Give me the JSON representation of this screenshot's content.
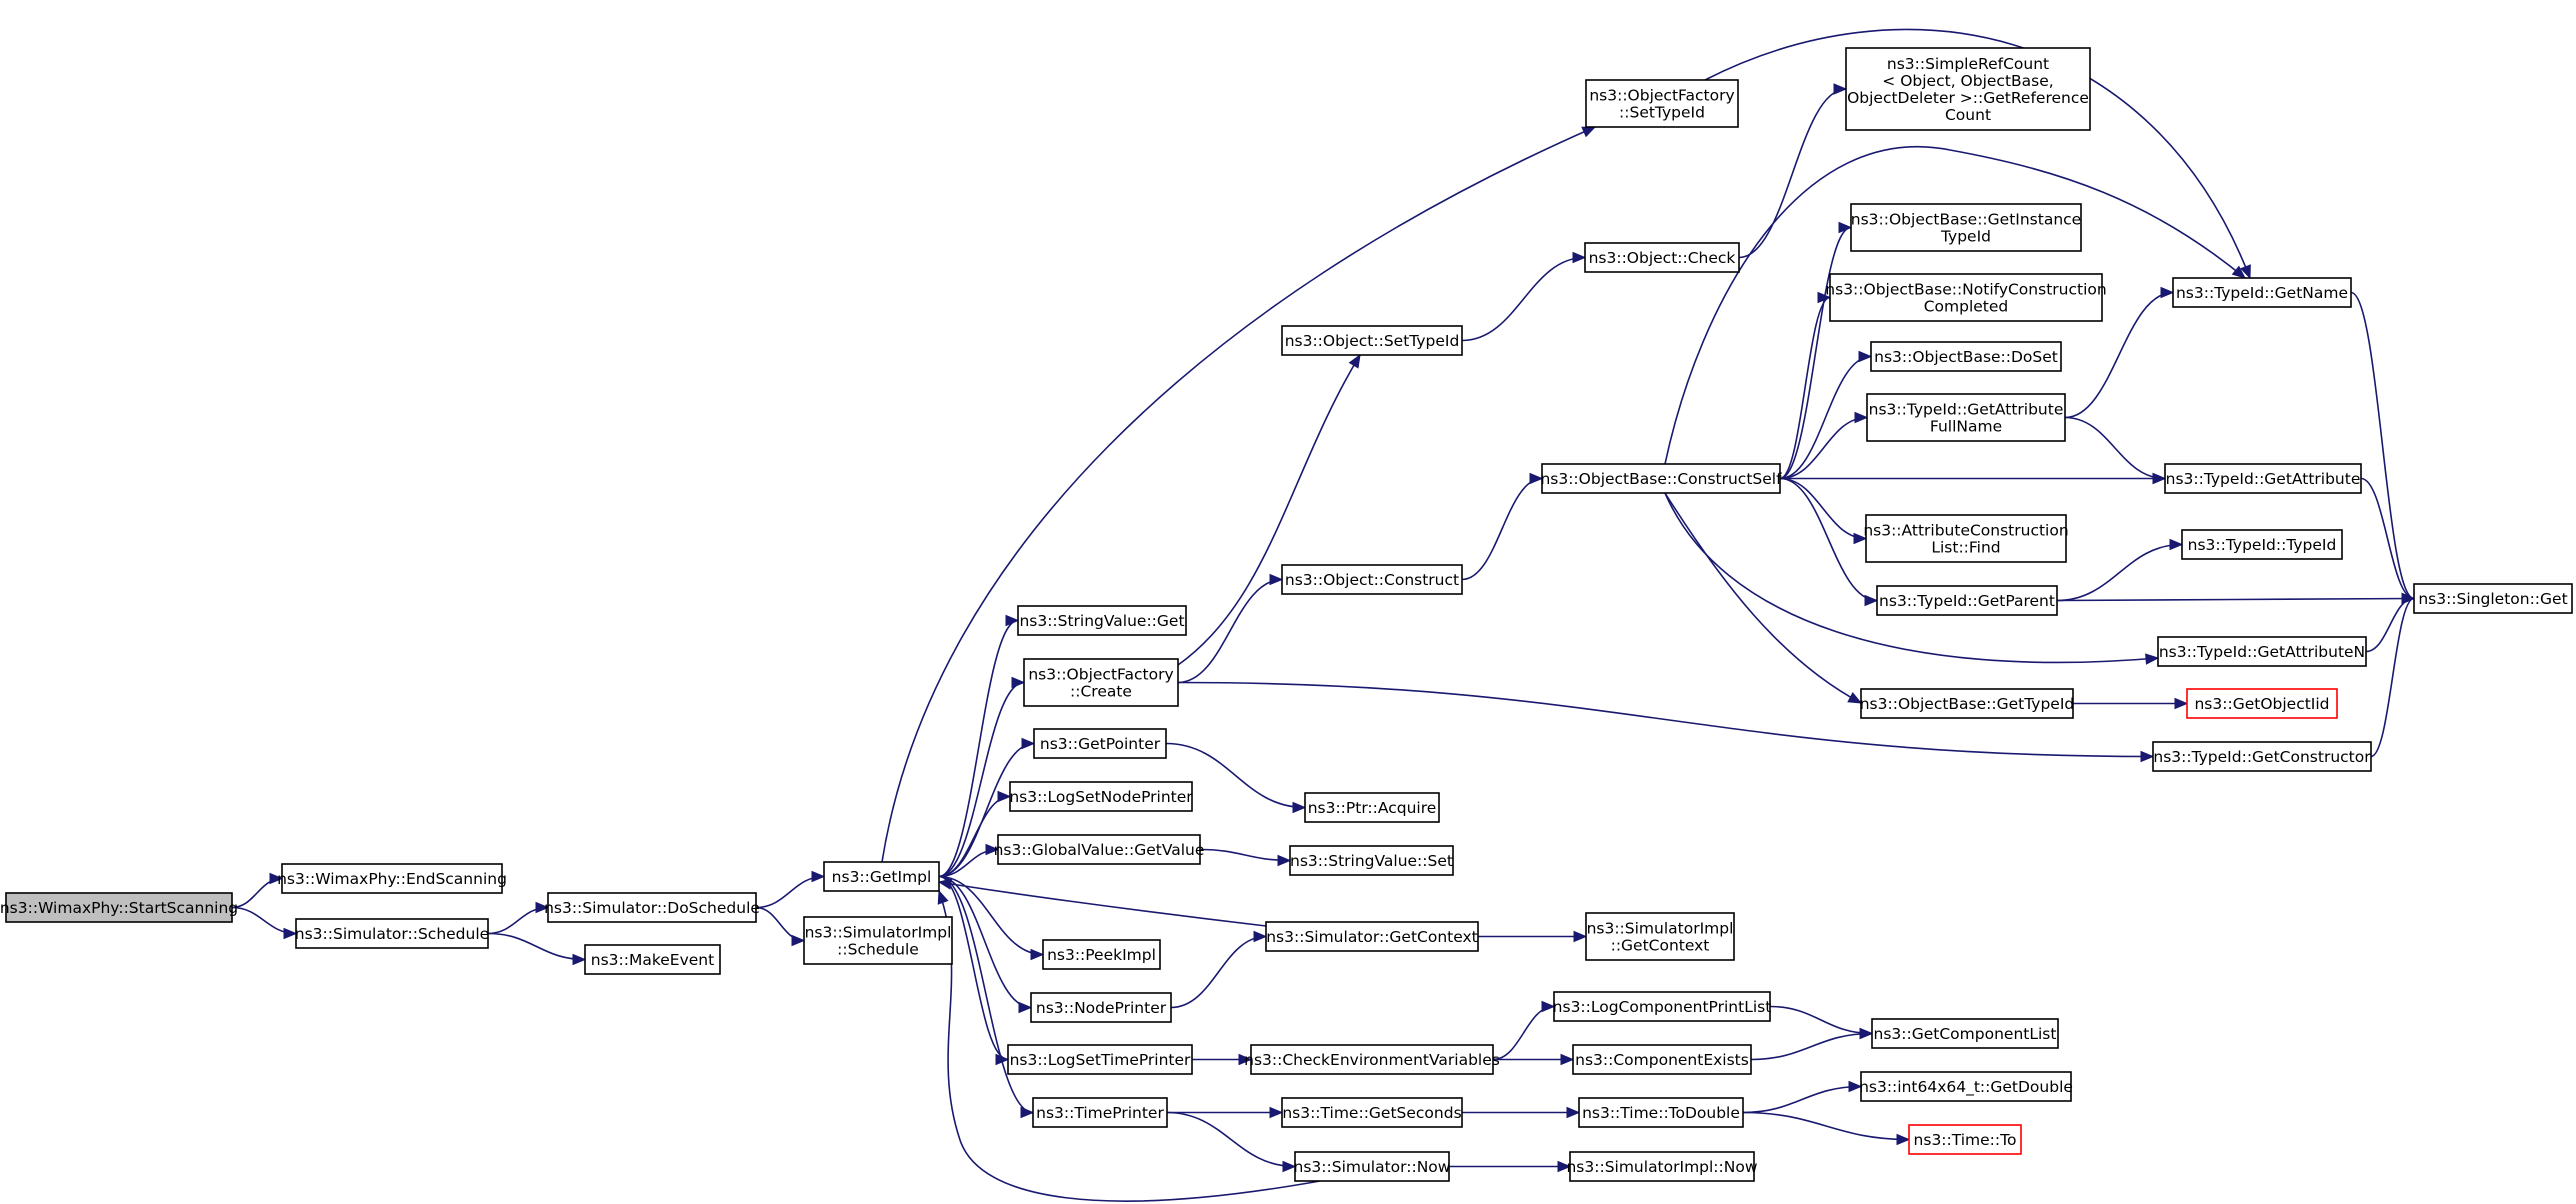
{
  "diagram": {
    "type": "call-graph",
    "nodes": [
      {
        "id": "start",
        "lines": [
          "ns3::WimaxPhy::StartScanning"
        ],
        "style": "root"
      },
      {
        "id": "endscan",
        "lines": [
          "ns3::WimaxPhy::EndScanning"
        ]
      },
      {
        "id": "schedule",
        "lines": [
          "ns3::Simulator::Schedule"
        ]
      },
      {
        "id": "doschedule",
        "lines": [
          "ns3::Simulator::DoSchedule"
        ]
      },
      {
        "id": "makeevent",
        "lines": [
          "ns3::MakeEvent"
        ]
      },
      {
        "id": "getimpl",
        "lines": [
          "ns3::GetImpl"
        ]
      },
      {
        "id": "simimplschedule",
        "lines": [
          "ns3::SimulatorImpl",
          "::Schedule"
        ]
      },
      {
        "id": "stringget",
        "lines": [
          "ns3::StringValue::Get"
        ]
      },
      {
        "id": "ofcreate",
        "lines": [
          "ns3::ObjectFactory",
          "::Create"
        ]
      },
      {
        "id": "getpointer",
        "lines": [
          "ns3::GetPointer"
        ]
      },
      {
        "id": "logsetnode",
        "lines": [
          "ns3::LogSetNodePrinter"
        ]
      },
      {
        "id": "gvgetvalue",
        "lines": [
          "ns3::GlobalValue::GetValue"
        ]
      },
      {
        "id": "peekimpl",
        "lines": [
          "ns3::PeekImpl"
        ]
      },
      {
        "id": "nodeprinter",
        "lines": [
          "ns3::NodePrinter"
        ]
      },
      {
        "id": "logsettime",
        "lines": [
          "ns3::LogSetTimePrinter"
        ]
      },
      {
        "id": "timeprinter",
        "lines": [
          "ns3::TimePrinter"
        ]
      },
      {
        "id": "ofsettypeid",
        "lines": [
          "ns3::ObjectFactory",
          "::SetTypeId"
        ]
      },
      {
        "id": "objsettypeid",
        "lines": [
          "ns3::Object::SetTypeId"
        ]
      },
      {
        "id": "objconstruct",
        "lines": [
          "ns3::Object::Construct"
        ]
      },
      {
        "id": "ptracquire",
        "lines": [
          "ns3::Ptr::Acquire"
        ]
      },
      {
        "id": "stringset",
        "lines": [
          "ns3::StringValue::Set"
        ]
      },
      {
        "id": "simgetcontext",
        "lines": [
          "ns3::Simulator::GetContext"
        ]
      },
      {
        "id": "checkenv",
        "lines": [
          "ns3::CheckEnvironmentVariables"
        ]
      },
      {
        "id": "timegetseconds",
        "lines": [
          "ns3::Time::GetSeconds"
        ]
      },
      {
        "id": "simnow",
        "lines": [
          "ns3::Simulator::Now"
        ]
      },
      {
        "id": "objcheck",
        "lines": [
          "ns3::Object::Check"
        ]
      },
      {
        "id": "constructself",
        "lines": [
          "ns3::ObjectBase::ConstructSelf"
        ]
      },
      {
        "id": "simimplgetcontext",
        "lines": [
          "ns3::SimulatorImpl",
          "::GetContext"
        ]
      },
      {
        "id": "logcompprint",
        "lines": [
          "ns3::LogComponentPrintList"
        ]
      },
      {
        "id": "compexists",
        "lines": [
          "ns3::ComponentExists"
        ]
      },
      {
        "id": "timetodouble",
        "lines": [
          "ns3::Time::ToDouble"
        ]
      },
      {
        "id": "simimplnow",
        "lines": [
          "ns3::SimulatorImpl::Now"
        ]
      },
      {
        "id": "simplerefcount",
        "lines": [
          "ns3::SimpleRefCount",
          "< Object, ObjectBase,",
          " ObjectDeleter >::GetReference",
          "Count"
        ]
      },
      {
        "id": "getinstancetypeid",
        "lines": [
          "ns3::ObjectBase::GetInstance",
          "TypeId"
        ]
      },
      {
        "id": "notifyconstruction",
        "lines": [
          "ns3::ObjectBase::NotifyConstruction",
          "Completed"
        ]
      },
      {
        "id": "doset",
        "lines": [
          "ns3::ObjectBase::DoSet"
        ]
      },
      {
        "id": "getattrfullname",
        "lines": [
          "ns3::TypeId::GetAttribute",
          "FullName"
        ]
      },
      {
        "id": "attrconstructfind",
        "lines": [
          "ns3::AttributeConstruction",
          "List::Find"
        ]
      },
      {
        "id": "getparent",
        "lines": [
          "ns3::TypeId::GetParent"
        ]
      },
      {
        "id": "obgettypeid",
        "lines": [
          "ns3::ObjectBase::GetTypeId"
        ]
      },
      {
        "id": "getcomponentlist",
        "lines": [
          "ns3::GetComponentList"
        ]
      },
      {
        "id": "int64getdouble",
        "lines": [
          "ns3::int64x64_t::GetDouble"
        ]
      },
      {
        "id": "timeto",
        "lines": [
          "ns3::Time::To"
        ],
        "style": "red"
      },
      {
        "id": "typeidgetname",
        "lines": [
          "ns3::TypeId::GetName"
        ]
      },
      {
        "id": "typeidgetattribute",
        "lines": [
          "ns3::TypeId::GetAttribute"
        ]
      },
      {
        "id": "typeidtypeid",
        "lines": [
          "ns3::TypeId::TypeId"
        ]
      },
      {
        "id": "typeidgetattributen",
        "lines": [
          "ns3::TypeId::GetAttributeN"
        ]
      },
      {
        "id": "getobjectiid",
        "lines": [
          "ns3::GetObjectIid"
        ],
        "style": "red"
      },
      {
        "id": "typeidgetconstructor",
        "lines": [
          "ns3::TypeId::GetConstructor"
        ]
      },
      {
        "id": "singletonget",
        "lines": [
          "ns3::Singleton::Get"
        ]
      }
    ],
    "edges": [
      [
        "start",
        "endscan"
      ],
      [
        "start",
        "schedule"
      ],
      [
        "schedule",
        "doschedule"
      ],
      [
        "schedule",
        "makeevent"
      ],
      [
        "doschedule",
        "getimpl"
      ],
      [
        "doschedule",
        "simimplschedule"
      ],
      [
        "getimpl",
        "ofsettypeid"
      ],
      [
        "getimpl",
        "stringget"
      ],
      [
        "getimpl",
        "ofcreate"
      ],
      [
        "getimpl",
        "getpointer"
      ],
      [
        "getimpl",
        "logsetnode"
      ],
      [
        "getimpl",
        "gvgetvalue"
      ],
      [
        "getimpl",
        "peekimpl"
      ],
      [
        "getimpl",
        "nodeprinter"
      ],
      [
        "getimpl",
        "logsettime"
      ],
      [
        "getimpl",
        "timeprinter"
      ],
      [
        "ofcreate",
        "objsettypeid"
      ],
      [
        "ofcreate",
        "objconstruct"
      ],
      [
        "ofcreate",
        "typeidgetconstructor"
      ],
      [
        "objsettypeid",
        "objcheck"
      ],
      [
        "objcheck",
        "simplerefcount"
      ],
      [
        "objconstruct",
        "constructself"
      ],
      [
        "ofsettypeid",
        "typeidgetname"
      ],
      [
        "getpointer",
        "ptracquire"
      ],
      [
        "gvgetvalue",
        "stringset"
      ],
      [
        "nodeprinter",
        "simgetcontext"
      ],
      [
        "simgetcontext",
        "getimpl"
      ],
      [
        "simgetcontext",
        "simimplgetcontext"
      ],
      [
        "logsettime",
        "checkenv"
      ],
      [
        "checkenv",
        "logcompprint"
      ],
      [
        "checkenv",
        "compexists"
      ],
      [
        "logcompprint",
        "getcomponentlist"
      ],
      [
        "compexists",
        "getcomponentlist"
      ],
      [
        "timeprinter",
        "timegetseconds"
      ],
      [
        "timeprinter",
        "simnow"
      ],
      [
        "timegetseconds",
        "timetodouble"
      ],
      [
        "timetodouble",
        "int64getdouble"
      ],
      [
        "timetodouble",
        "timeto"
      ],
      [
        "simnow",
        "getimpl"
      ],
      [
        "simnow",
        "simimplnow"
      ],
      [
        "constructself",
        "typeidgetname"
      ],
      [
        "constructself",
        "getinstancetypeid"
      ],
      [
        "constructself",
        "notifyconstruction"
      ],
      [
        "constructself",
        "doset"
      ],
      [
        "constructself",
        "getattrfullname"
      ],
      [
        "constructself",
        "typeidgetattribute"
      ],
      [
        "constructself",
        "attrconstructfind"
      ],
      [
        "constructself",
        "getparent"
      ],
      [
        "constructself",
        "typeidgetattributen"
      ],
      [
        "constructself",
        "obgettypeid"
      ],
      [
        "getattrfullname",
        "typeidgetname"
      ],
      [
        "getattrfullname",
        "typeidgetattribute"
      ],
      [
        "getparent",
        "typeidtypeid"
      ],
      [
        "getparent",
        "singletonget"
      ],
      [
        "obgettypeid",
        "getobjectiid"
      ],
      [
        "typeidgetname",
        "singletonget"
      ],
      [
        "typeidgetattribute",
        "singletonget"
      ],
      [
        "typeidgetattributen",
        "singletonget"
      ],
      [
        "typeidgetconstructor",
        "singletonget"
      ]
    ]
  },
  "colors": {
    "edge": "#191970",
    "root_fill": "#bfbfbf",
    "node_border": "#000000",
    "highlight_border": "#ff0000"
  }
}
